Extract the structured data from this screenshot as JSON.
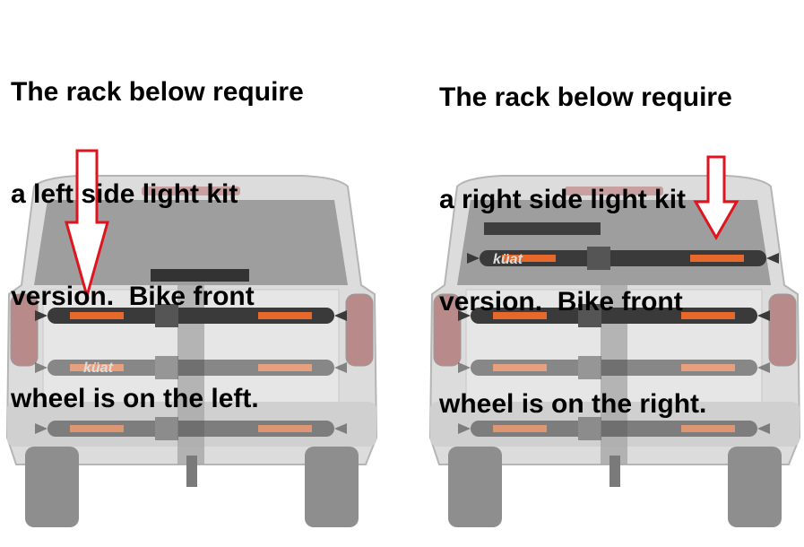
{
  "left_panel": {
    "caption_lines": [
      "The rack below require",
      "a left side light kit",
      "version.  Bike front",
      "wheel is on the left."
    ],
    "rack_brand": "küat",
    "arrow_color": "#e0141e"
  },
  "right_panel": {
    "caption_lines": [
      "The rack below require",
      "a right side light kit",
      "version.  Bike front",
      "wheel is on the right."
    ],
    "rack_brand": "küat",
    "arrow_color": "#e0141e"
  },
  "colors": {
    "accent_orange": "#e8672a",
    "tail_light": "#b01c22"
  }
}
